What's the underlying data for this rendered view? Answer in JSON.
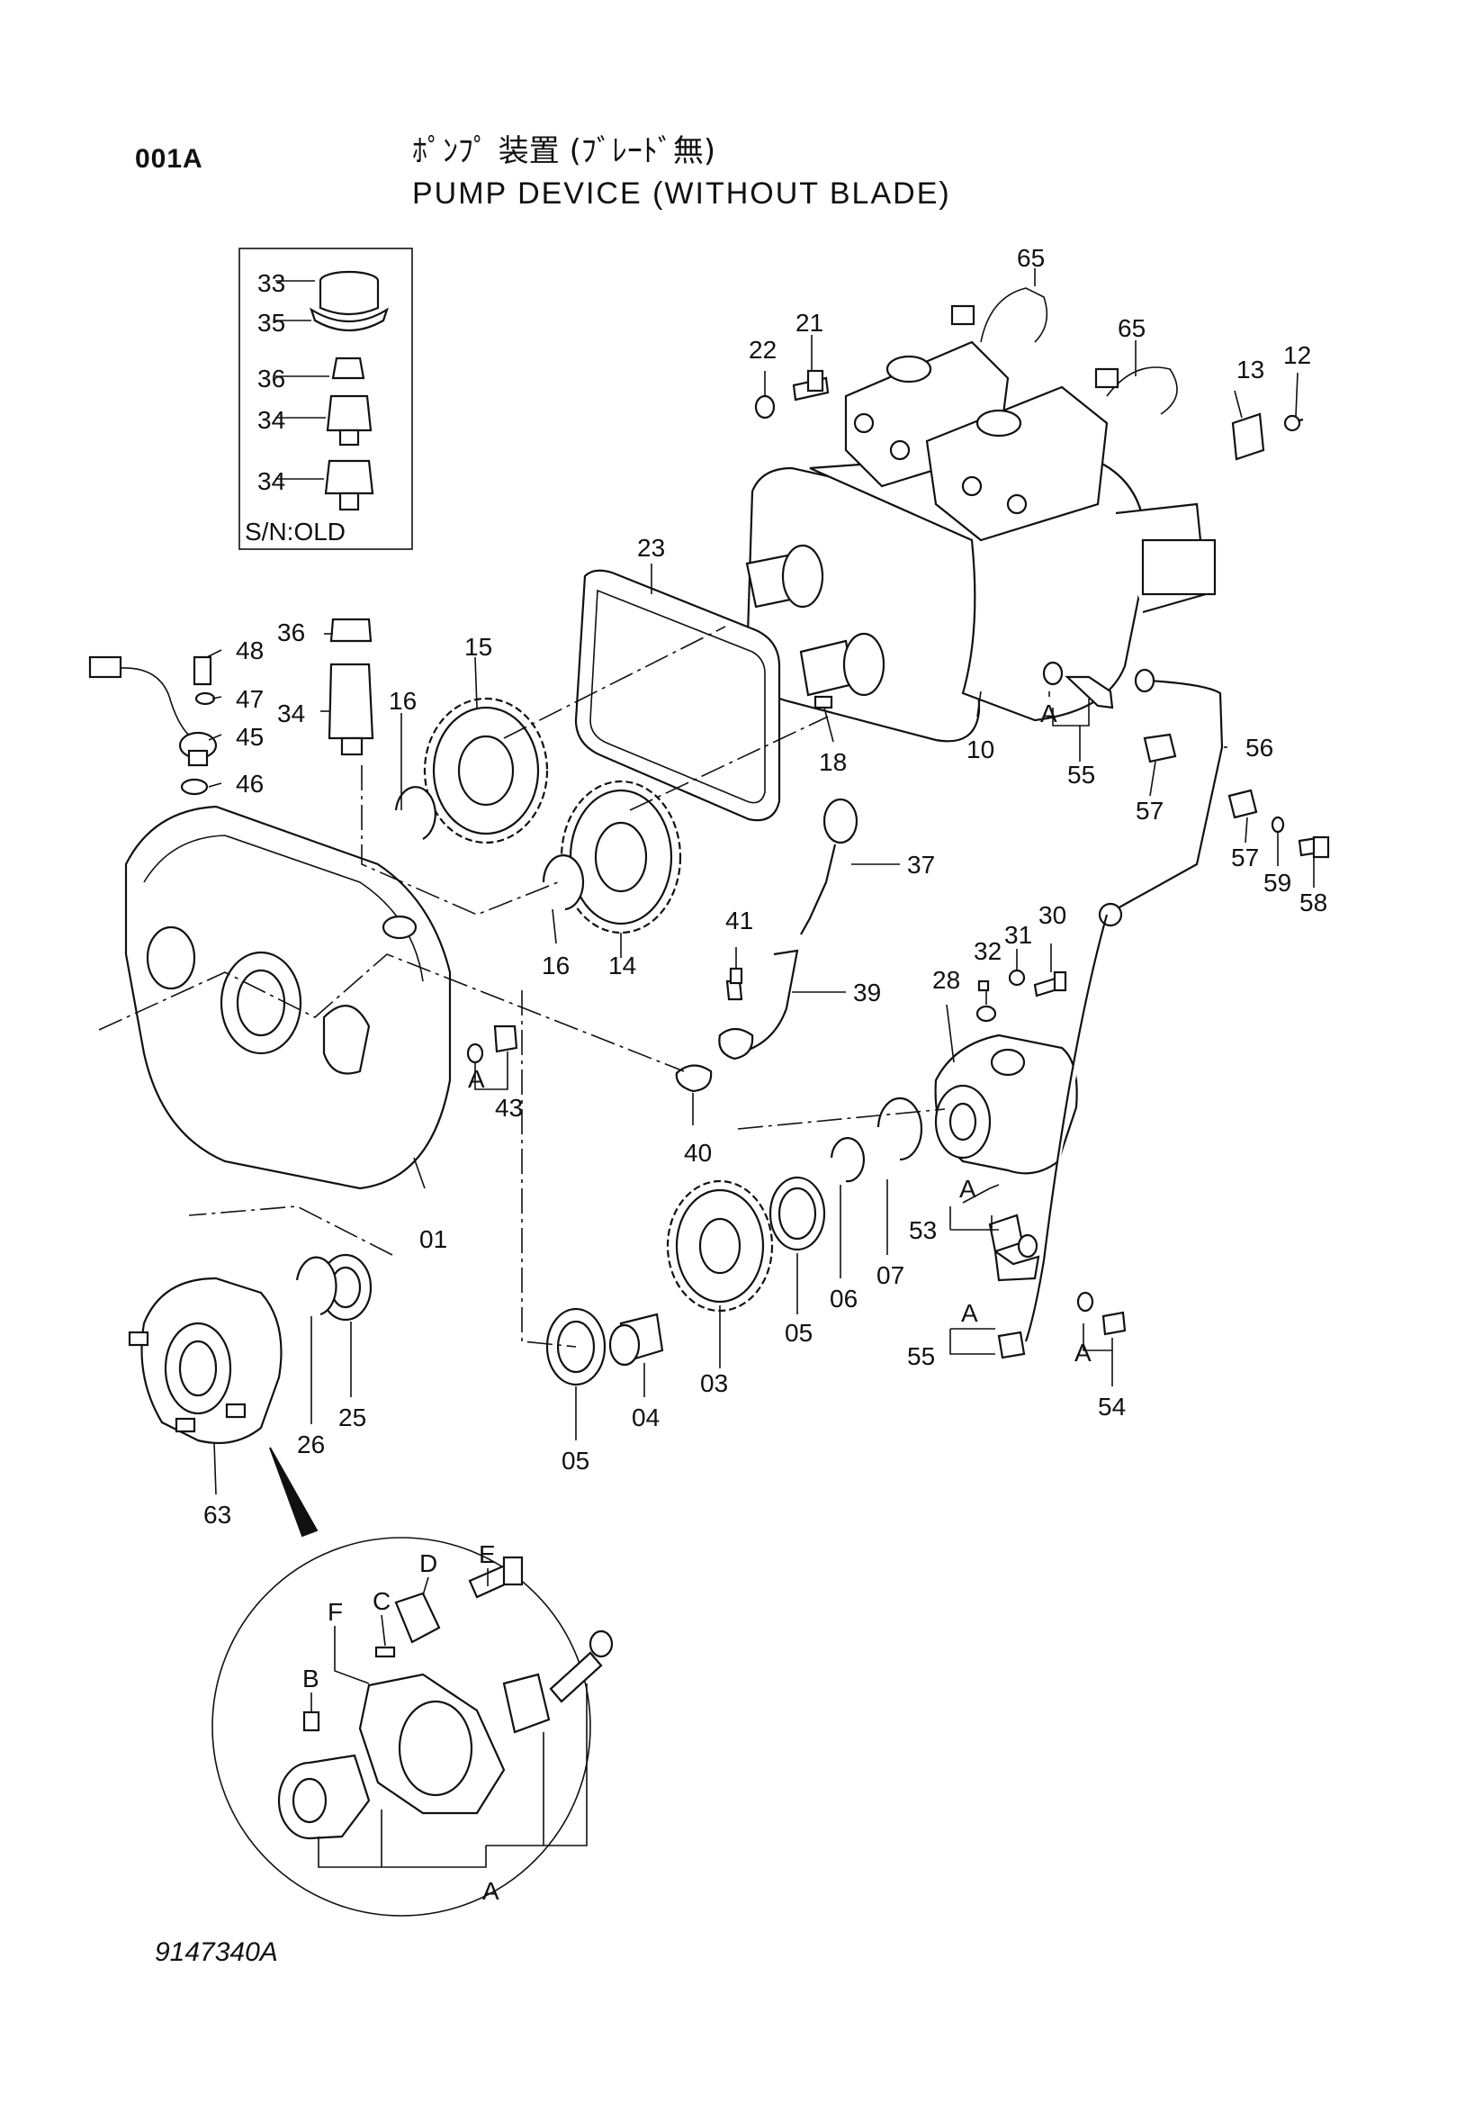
{
  "header": {
    "page_code": "001A",
    "title_jp": "ﾎﾟﾝﾌﾟ 装置 (ﾌﾞﾚｰﾄﾞ無)",
    "title_en": "PUMP  DEVICE (WITHOUT  BLADE)"
  },
  "inset_box": {
    "serial_note": "S/N:OLD",
    "labels": [
      "33",
      "35",
      "36",
      "34",
      "34"
    ]
  },
  "callouts": {
    "c65a": "65",
    "c65b": "65",
    "c21": "21",
    "c22": "22",
    "c13": "13",
    "c12": "12",
    "c23": "23",
    "c36": "36",
    "c48": "48",
    "c47": "47",
    "c45": "45",
    "c46": "46",
    "c34": "34",
    "c16a": "16",
    "c15": "15",
    "c16b": "16",
    "c14": "14",
    "c18": "18",
    "c10": "10",
    "cA1": "A",
    "c55a": "55",
    "c56": "56",
    "c57a": "57",
    "c57b": "57",
    "c59": "59",
    "c58": "58",
    "c37": "37",
    "c41": "41",
    "c39": "39",
    "c32": "32",
    "c31": "31",
    "c30": "30",
    "c28": "28",
    "cA2": "A",
    "c43": "43",
    "c40": "40",
    "c01": "01",
    "cA3": "A",
    "c53": "53",
    "c07": "07",
    "c06": "06",
    "c05a": "05",
    "c03": "03",
    "c04": "04",
    "c05b": "05",
    "c25": "25",
    "c26": "26",
    "c63": "63",
    "cA4": "A",
    "c55b": "55",
    "cA5": "A",
    "c54": "54"
  },
  "detail_callouts": {
    "E": "E",
    "D": "D",
    "C": "C",
    "F": "F",
    "B": "B",
    "A": "A"
  },
  "footer": {
    "drawing_number": "9147340A"
  }
}
